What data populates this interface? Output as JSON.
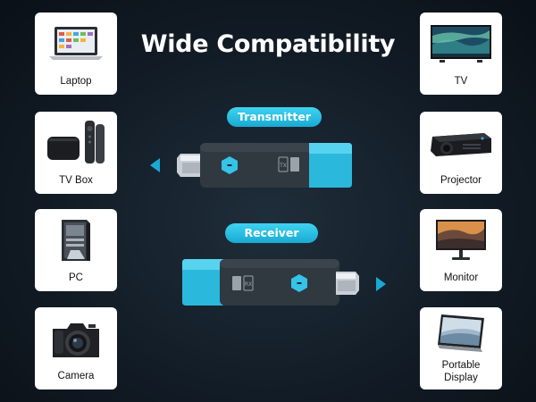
{
  "title": "Wide Compatibility",
  "transmitter_label": "Transmitter",
  "receiver_label": "Receiver",
  "left_devices": [
    "Laptop",
    "TV Box",
    "PC",
    "Camera"
  ],
  "right_devices": [
    "TV",
    "Projector",
    "Monitor",
    "Portable Display"
  ],
  "right_devices_lines": {
    "portable_line1": "Portable",
    "portable_line2": "Display"
  },
  "icons": {
    "laptop": "laptop-icon",
    "tvbox": "tv-box-icon",
    "pc": "pc-tower-icon",
    "camera": "camera-icon",
    "tv": "tv-icon",
    "projector": "projector-icon",
    "monitor": "monitor-icon",
    "portable": "portable-display-icon"
  },
  "colors": {
    "accent": "#19a9d3",
    "background": "#121c26",
    "card": "#ffffff"
  }
}
